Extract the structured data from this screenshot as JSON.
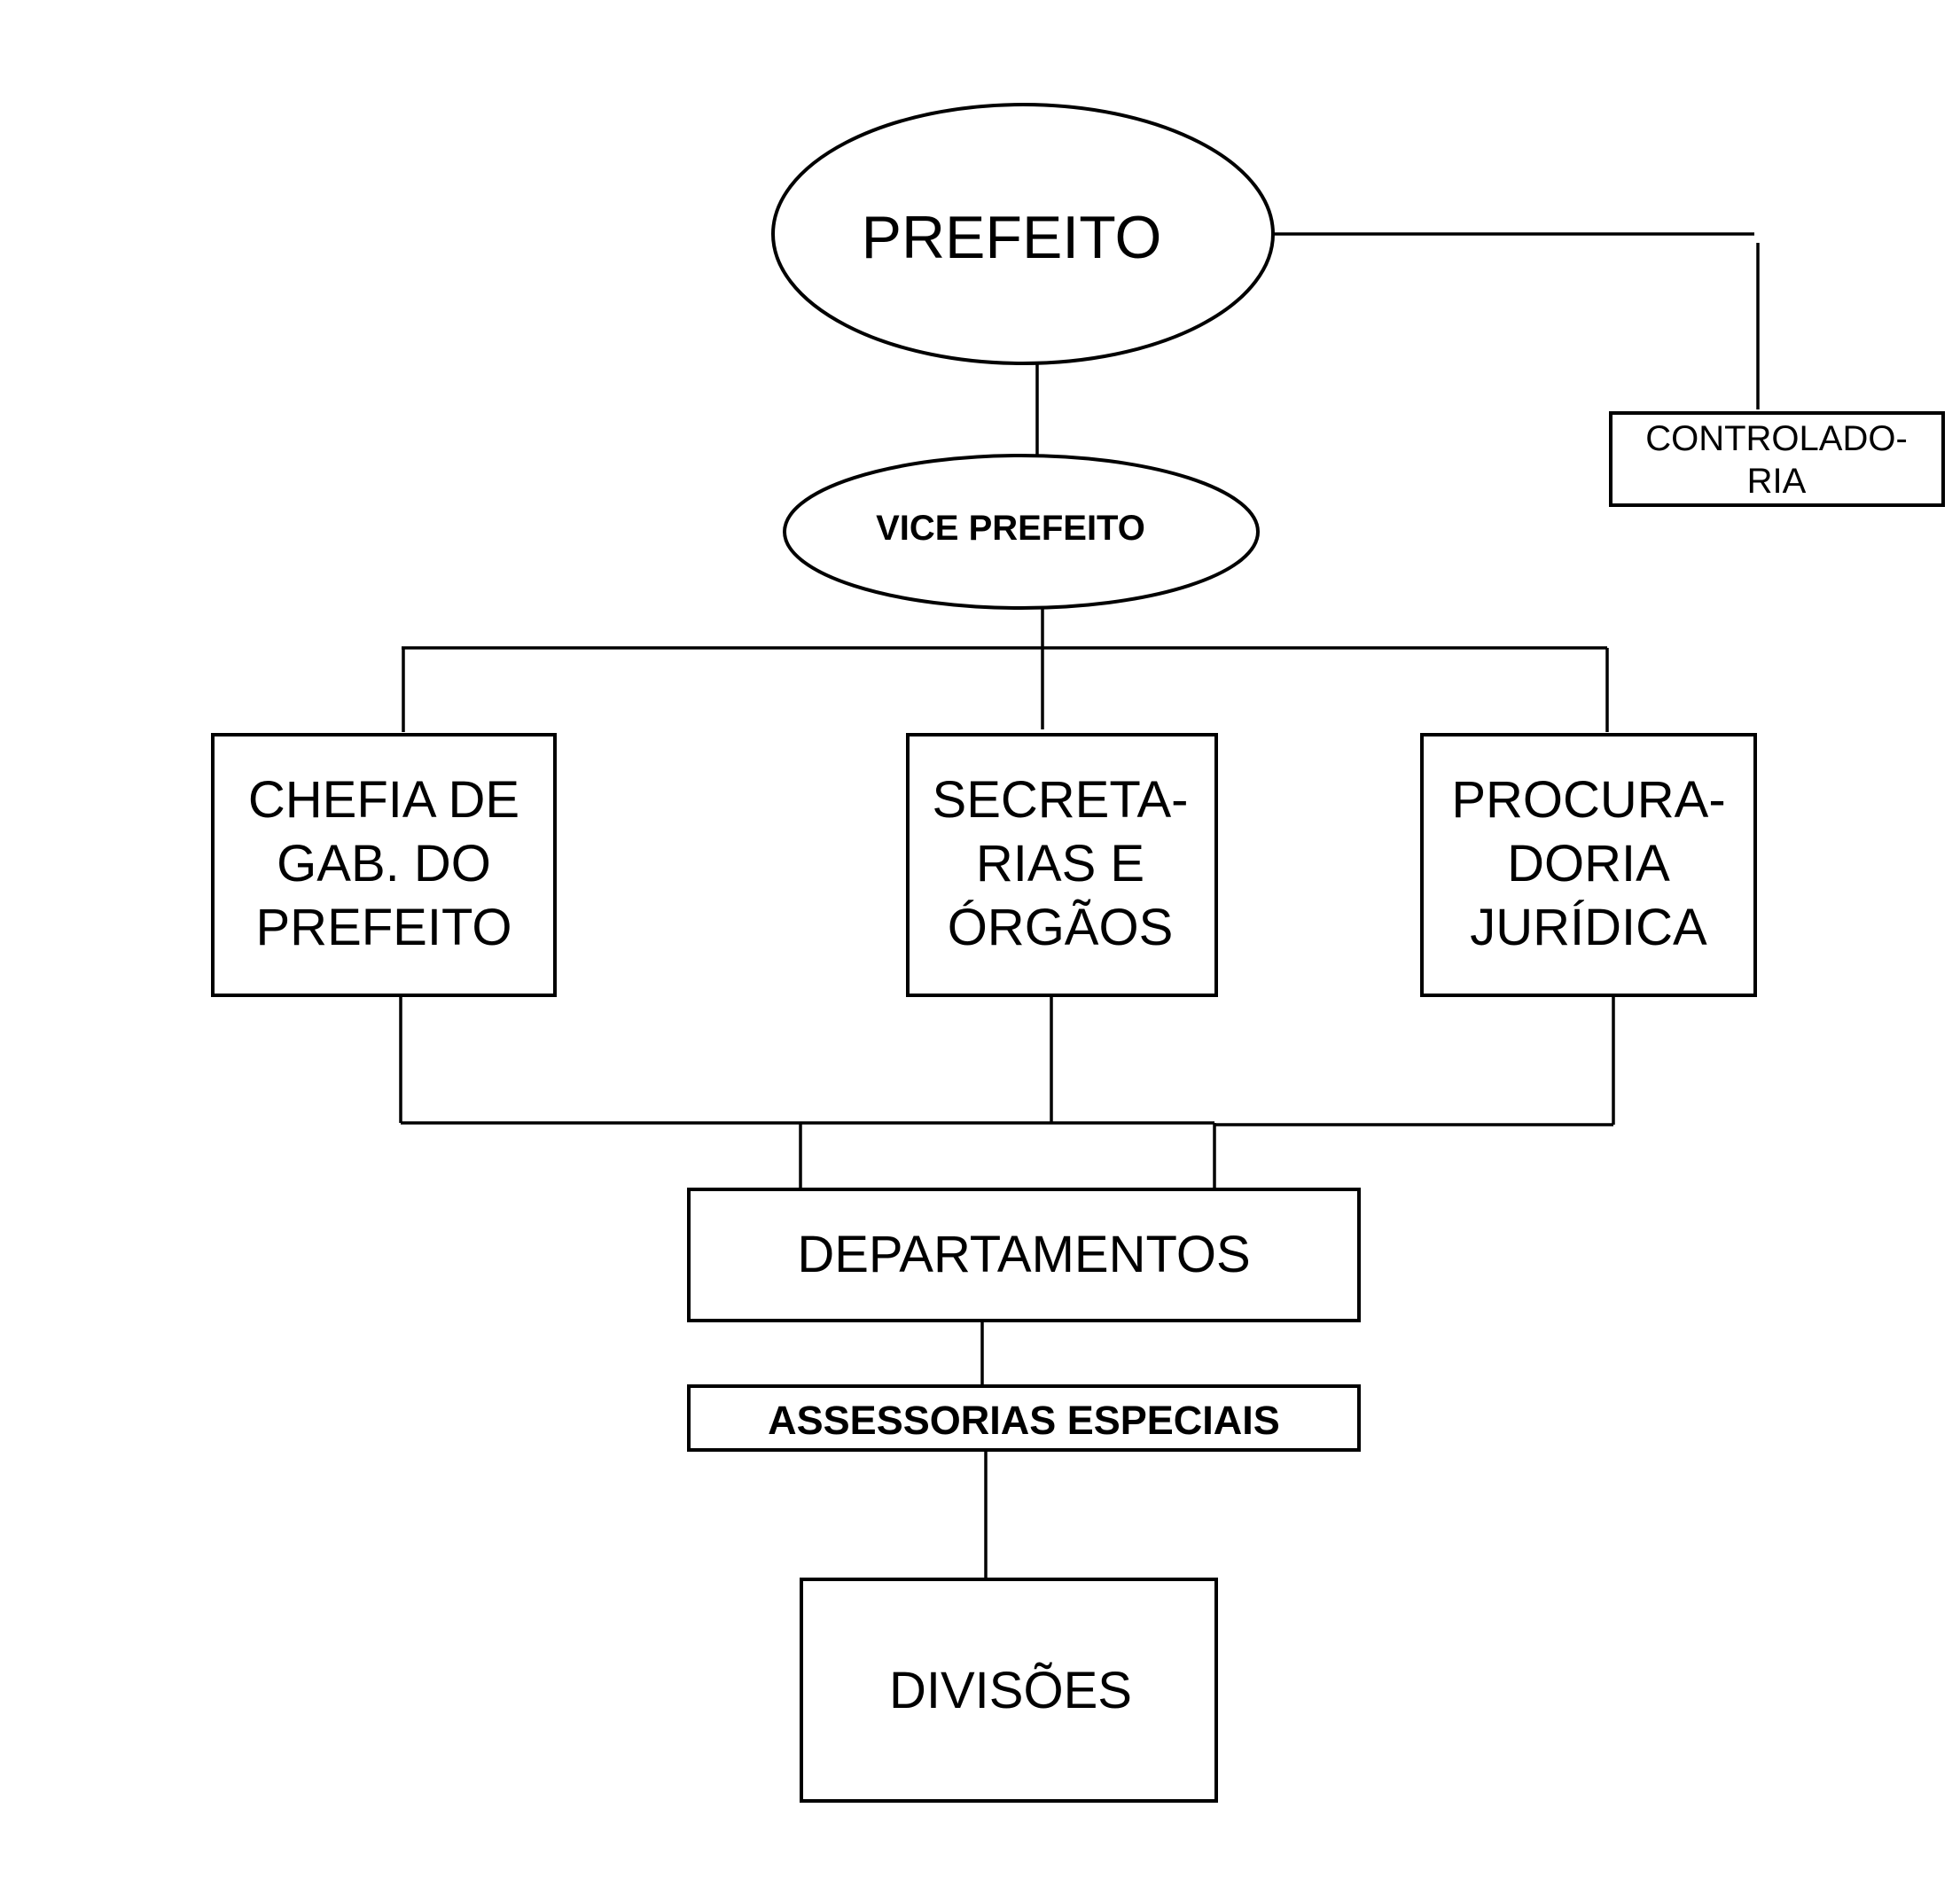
{
  "org_chart": {
    "prefeito": {
      "label": "PREFEITO"
    },
    "vice_prefeito": {
      "label": "VICE PREFEITO"
    },
    "controladoria": {
      "lines": [
        "CONTROLADO-",
        "RIA"
      ]
    },
    "chefia_gabinete": {
      "lines": [
        "CHEFIA DE",
        "GAB. DO",
        "PREFEITO"
      ]
    },
    "secretarias": {
      "lines": [
        "SECRETA-",
        "RIAS E",
        "ÓRGÃOS"
      ]
    },
    "procuradoria": {
      "lines": [
        "PROCURA-",
        "DORIA",
        "JURÍDICA"
      ]
    },
    "departamentos": {
      "label": "DEPARTAMENTOS"
    },
    "assessorias": {
      "label": "ASSESSORIAS ESPECIAIS"
    },
    "divisoes": {
      "label": "DIVISÕES"
    }
  }
}
